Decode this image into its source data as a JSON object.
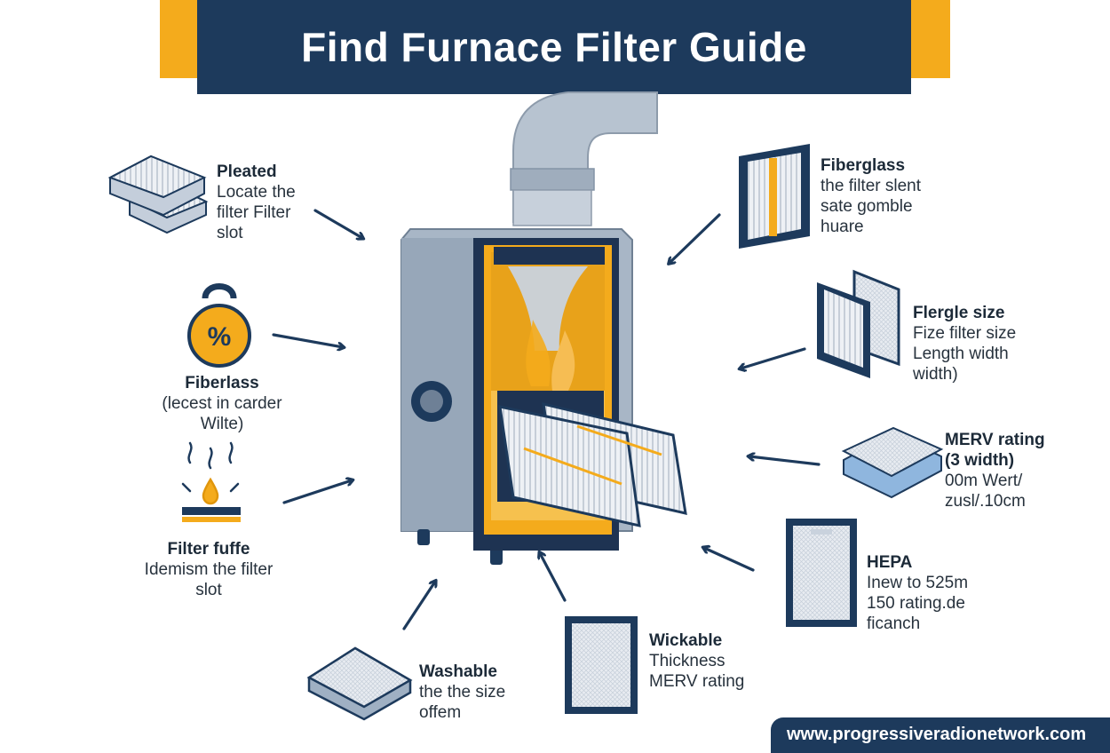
{
  "title": "Find Furnace Filter Guide",
  "colors": {
    "navy": "#1d3a5c",
    "accent": "#f4ab1c",
    "steel": "#a6b4c4"
  },
  "labels": {
    "pleated": {
      "heading": "Pleated",
      "lines": [
        "Locate the",
        "filter Filter",
        "slot"
      ]
    },
    "fiberlass": {
      "heading": "Fiberlass",
      "lines": [
        "(lecest in carder",
        "Wilte)"
      ]
    },
    "filter_fuffe": {
      "heading": "Filter fuffe",
      "lines": [
        "Idemism the filter",
        "slot"
      ]
    },
    "washable": {
      "heading": "Washable",
      "lines": [
        "the the size",
        "offem"
      ]
    },
    "wickable": {
      "heading": "Wickable",
      "lines": [
        "Thickness",
        "MERV rating"
      ]
    },
    "hepa": {
      "heading": "HEPA",
      "lines": [
        "Inew to 525m",
        "150 rating.de",
        "ficanch"
      ]
    },
    "merv": {
      "heading": "MERV rating",
      "lines": [
        "(3 width)",
        "00m Wert/",
        "zusl/.10cm"
      ]
    },
    "flergle": {
      "heading": "Flergle size",
      "lines": [
        "Fize filter size",
        "Length width",
        "width)"
      ]
    },
    "fiberglass": {
      "heading": "Fiberglass",
      "lines": [
        "the filter slent",
        "sate gomble",
        "huare"
      ]
    }
  },
  "icons": {
    "percent_badge": "%",
    "names": [
      "pleated-filter-icon",
      "percent-weight-icon",
      "heat-drop-icon",
      "washable-filter-icon",
      "wickable-filter-icon",
      "hepa-filter-icon",
      "merv-filter-icon",
      "flergle-filter-icon",
      "fiberglass-filter-icon",
      "furnace-illustration"
    ]
  },
  "footer": "www.progressiveradionetwork.com"
}
